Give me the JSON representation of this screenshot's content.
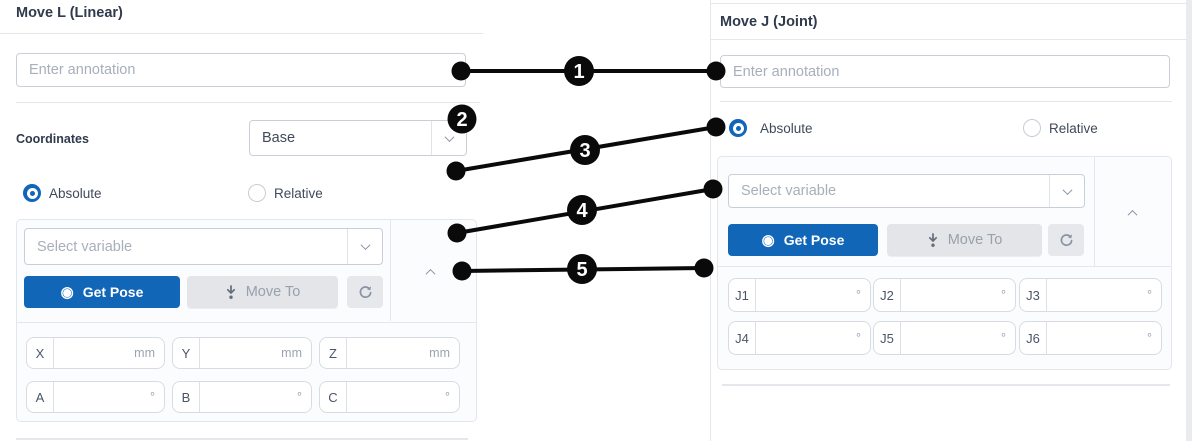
{
  "colors": {
    "accent_blue": "#1166b8",
    "callout_black": "#0a0a0a",
    "disabled_gray": "#e3e5e8"
  },
  "left_panel": {
    "title": "Move L (Linear)",
    "annotation": {
      "placeholder": "Enter annotation"
    },
    "coordinates": {
      "label": "Coordinates",
      "selected": "Base"
    },
    "mode": {
      "absolute": "Absolute",
      "relative": "Relative",
      "selected": "Absolute"
    },
    "variable": {
      "placeholder": "Select variable"
    },
    "buttons": {
      "get_pose": "Get Pose",
      "move_to": "Move To"
    },
    "pose_fields": [
      {
        "label": "X",
        "unit": "mm"
      },
      {
        "label": "Y",
        "unit": "mm"
      },
      {
        "label": "Z",
        "unit": "mm"
      },
      {
        "label": "A",
        "unit": "°"
      },
      {
        "label": "B",
        "unit": "°"
      },
      {
        "label": "C",
        "unit": "°"
      }
    ]
  },
  "right_panel": {
    "title": "Move J (Joint)",
    "annotation": {
      "placeholder": "Enter annotation"
    },
    "mode": {
      "absolute": "Absolute",
      "relative": "Relative",
      "selected": "Absolute"
    },
    "variable": {
      "placeholder": "Select variable"
    },
    "buttons": {
      "get_pose": "Get Pose",
      "move_to": "Move To"
    },
    "joint_fields": [
      {
        "label": "J1",
        "unit": "°"
      },
      {
        "label": "J2",
        "unit": "°"
      },
      {
        "label": "J3",
        "unit": "°"
      },
      {
        "label": "J4",
        "unit": "°"
      },
      {
        "label": "J5",
        "unit": "°"
      },
      {
        "label": "J6",
        "unit": "°"
      }
    ]
  },
  "callouts": {
    "labels": [
      "1",
      "2",
      "3",
      "4",
      "5"
    ]
  }
}
